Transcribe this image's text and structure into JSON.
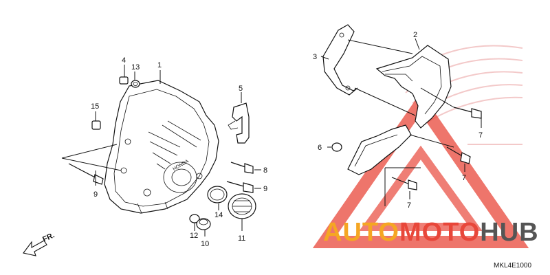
{
  "diagram_code": "MKL4E1000",
  "direction_label": "FR.",
  "cover_brand_text": "HONDA",
  "watermark": {
    "word_1": "AUTO",
    "word_2": "MOTO",
    "word_3": "HUB",
    "colors": {
      "auto": "#f5a623",
      "moto": "#e8473a",
      "hub": "#555555",
      "triangle": "#e8473a"
    }
  },
  "callouts": [
    {
      "id": "c1",
      "label": "1"
    },
    {
      "id": "c2",
      "label": "2"
    },
    {
      "id": "c3",
      "label": "3"
    },
    {
      "id": "c4",
      "label": "4"
    },
    {
      "id": "c5",
      "label": "5"
    },
    {
      "id": "c6",
      "label": "6"
    },
    {
      "id": "c7a",
      "label": "7"
    },
    {
      "id": "c7b",
      "label": "7"
    },
    {
      "id": "c7c",
      "label": "7"
    },
    {
      "id": "c8",
      "label": "8"
    },
    {
      "id": "c9a",
      "label": "9"
    },
    {
      "id": "c9b",
      "label": "9"
    },
    {
      "id": "c10",
      "label": "10"
    },
    {
      "id": "c11",
      "label": "11"
    },
    {
      "id": "c12",
      "label": "12"
    },
    {
      "id": "c13",
      "label": "13"
    },
    {
      "id": "c14",
      "label": "14"
    },
    {
      "id": "c15",
      "label": "15"
    }
  ]
}
